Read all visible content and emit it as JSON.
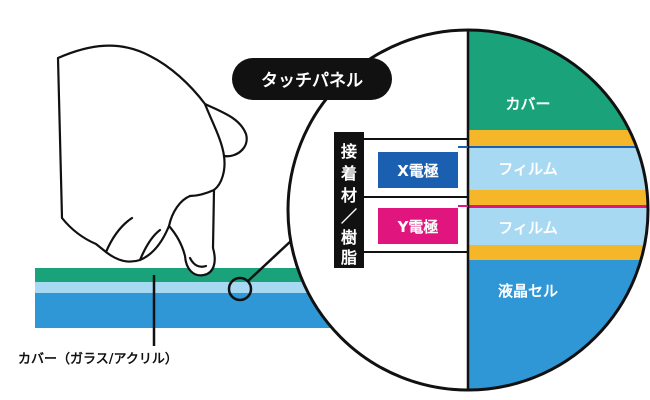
{
  "title": "タッチパネル",
  "callout_label": "カバー（ガラス/アクリル）",
  "adhesive_label_chars": [
    "接",
    "着",
    "材",
    "／",
    "樹",
    "脂"
  ],
  "electrodes": {
    "x": "X電極",
    "y": "Y電極"
  },
  "layers": {
    "cover": "カバー",
    "film1": "フィルム",
    "film2": "フィルム",
    "lcd": "液晶セル"
  },
  "colors": {
    "cover_green": "#1aa37a",
    "adhesive_yellow": "#f5b62a",
    "film_light_blue": "#a7d9f2",
    "lcd_blue": "#2f97d6",
    "x_electrode": "#1a5fb0",
    "y_electrode": "#e0157e",
    "black": "#111111"
  },
  "icons": {
    "hand": "pointing-hand-icon",
    "magnifier": "magnifier-circle-icon"
  }
}
